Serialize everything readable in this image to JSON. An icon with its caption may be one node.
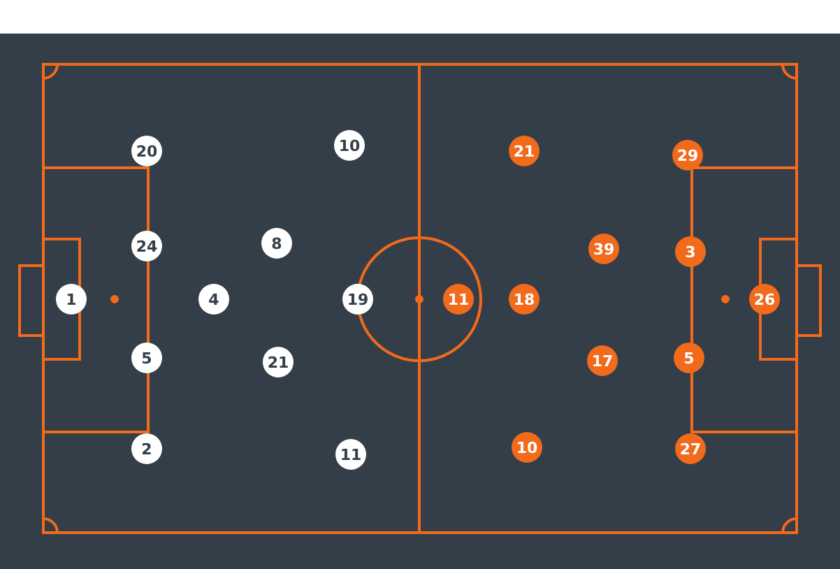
{
  "diagram": {
    "nodes": [
      {
        "text": [
          "1"
        ]
      },
      {
        "text": [
          "20"
        ]
      },
      {
        "text": [
          "24"
        ]
      },
      {
        "text": [
          "5"
        ]
      },
      {
        "text": [
          "2"
        ]
      },
      {
        "text": [
          "4"
        ]
      },
      {
        "text": [
          "8"
        ]
      },
      {
        "text": [
          "21"
        ]
      },
      {
        "text": [
          "10"
        ]
      },
      {
        "text": [
          "19"
        ]
      },
      {
        "text": [
          "11"
        ]
      },
      {
        "text": [
          "11"
        ]
      },
      {
        "text": [
          "21"
        ]
      },
      {
        "text": [
          "18"
        ]
      },
      {
        "text": [
          "10"
        ]
      },
      {
        "text": [
          "39"
        ]
      },
      {
        "text": [
          "17"
        ]
      },
      {
        "text": [
          "29"
        ]
      },
      {
        "text": [
          "3"
        ]
      },
      {
        "text": [
          "5"
        ]
      },
      {
        "text": [
          "27"
        ]
      },
      {
        "text": [
          "26"
        ]
      }
    ]
  }
}
